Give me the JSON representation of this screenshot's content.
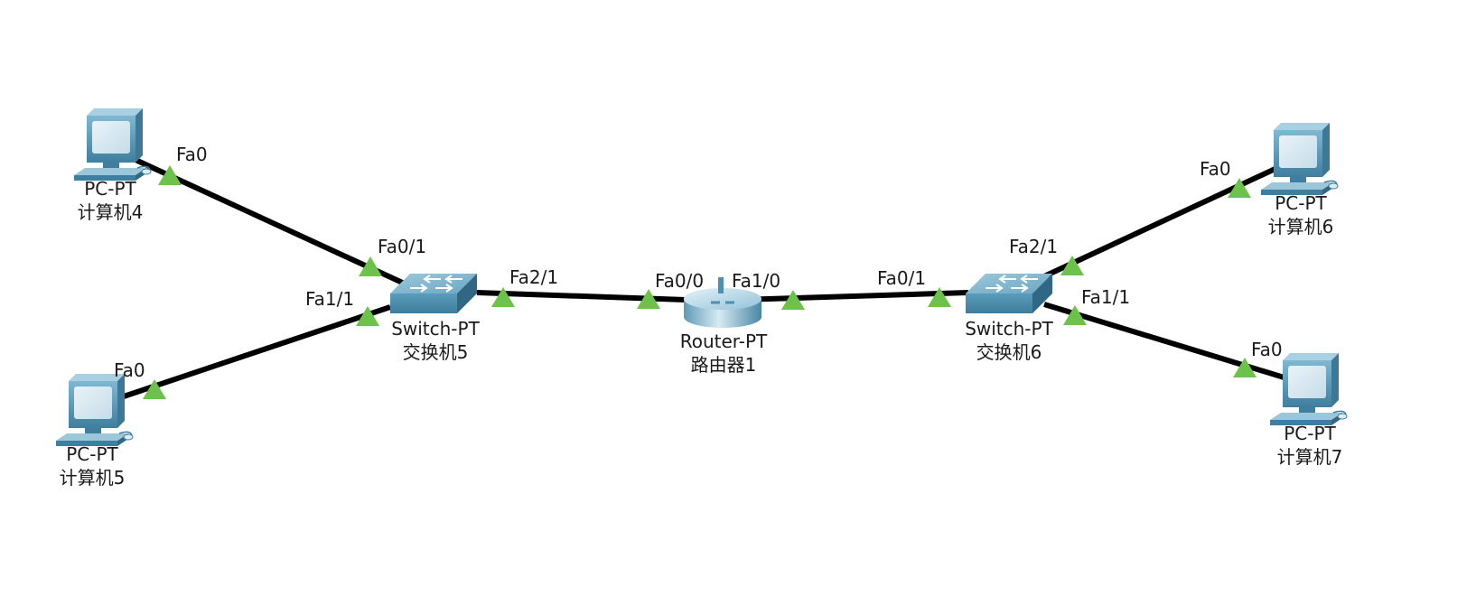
{
  "colors": {
    "link": "#000000",
    "port_up": "#6cc24a",
    "device": "#4f93b4"
  },
  "devices": [
    {
      "id": "pc4",
      "type_label": "PC-PT",
      "name": "计算机4",
      "icon": "pc-icon"
    },
    {
      "id": "pc5",
      "type_label": "PC-PT",
      "name": "计算机5",
      "icon": "pc-icon"
    },
    {
      "id": "sw5",
      "type_label": "Switch-PT",
      "name": "交换机5",
      "icon": "switch-icon"
    },
    {
      "id": "r1",
      "type_label": "Router-PT",
      "name": "路由器1",
      "icon": "router-icon"
    },
    {
      "id": "sw6",
      "type_label": "Switch-PT",
      "name": "交换机6",
      "icon": "switch-icon"
    },
    {
      "id": "pc6",
      "type_label": "PC-PT",
      "name": "计算机6",
      "icon": "pc-icon"
    },
    {
      "id": "pc7",
      "type_label": "PC-PT",
      "name": "计算机7",
      "icon": "pc-icon"
    }
  ],
  "links": [
    {
      "from": "pc4",
      "to": "sw5",
      "from_port": "Fa0",
      "to_port": "Fa0/1",
      "status": "up"
    },
    {
      "from": "pc5",
      "to": "sw5",
      "from_port": "Fa0",
      "to_port": "Fa1/1",
      "status": "up"
    },
    {
      "from": "sw5",
      "to": "r1",
      "from_port": "Fa2/1",
      "to_port": "Fa0/0",
      "status": "up"
    },
    {
      "from": "r1",
      "to": "sw6",
      "from_port": "Fa1/0",
      "to_port": "Fa0/1",
      "status": "up"
    },
    {
      "from": "sw6",
      "to": "pc6",
      "from_port": "Fa2/1",
      "to_port": "Fa0",
      "status": "up"
    },
    {
      "from": "sw6",
      "to": "pc7",
      "from_port": "Fa1/1",
      "to_port": "Fa0",
      "status": "up"
    }
  ]
}
